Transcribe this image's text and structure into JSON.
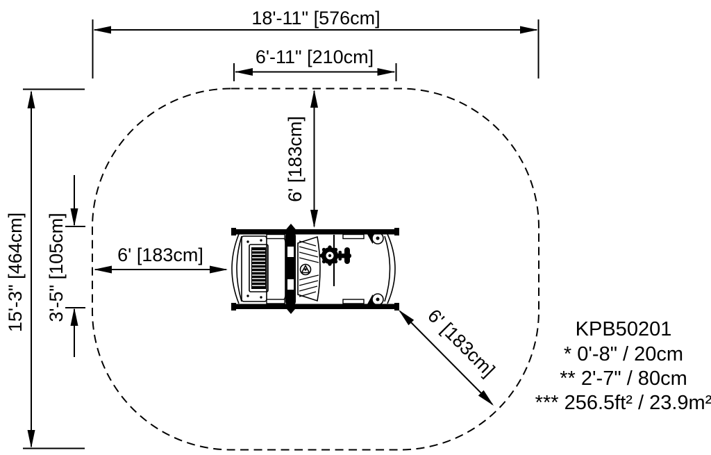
{
  "colors": {
    "line": "#000000",
    "background": "#ffffff"
  },
  "dimensions": {
    "overall_width": "18'-11\" [576cm]",
    "equipment_width": "6'-11\" [210cm]",
    "overall_depth": "15'-3\" [464cm]",
    "equipment_depth": "3'-5\" [105cm]",
    "clearance_top": "6' [183cm]",
    "clearance_left": "6' [183cm]",
    "clearance_diagonal": "6' [183cm]"
  },
  "legend": {
    "model": "KPB50201",
    "note_1": "* 0'-8\" / 20cm",
    "note_2": "** 2'-7\" / 80cm",
    "note_3": "*** 256.5ft² / 23.9m²"
  }
}
